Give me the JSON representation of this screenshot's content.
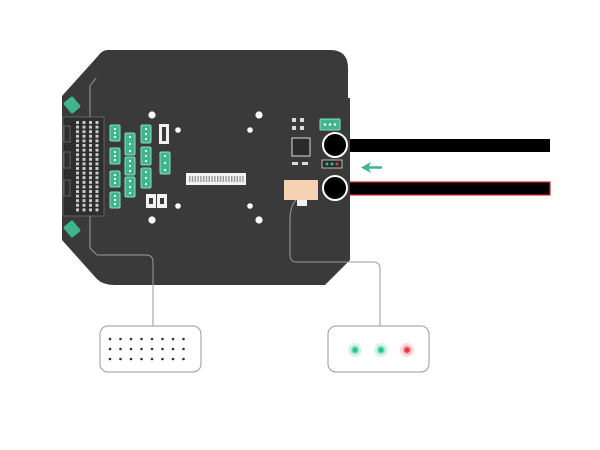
{
  "board": {
    "color": "#3a3a3a",
    "connector_color": "#3fb58d",
    "connector_stroke": "#88e0c2"
  },
  "cables": [
    {
      "name": "black-power-wire",
      "color": "#000000",
      "stripe": "#000000"
    },
    {
      "name": "red-power-wire",
      "color": "#000000",
      "stripe": "#d62c2c"
    }
  ],
  "arrow": {
    "color": "#3fb58d",
    "direction": "left"
  },
  "callouts": {
    "pin_header": {
      "rows": 3,
      "cols": 8,
      "dot_color": "#333333"
    },
    "status_leds": [
      {
        "name": "led-green-1",
        "color": "#25c48c"
      },
      {
        "name": "led-green-2",
        "color": "#25c48c"
      },
      {
        "name": "led-red",
        "color": "#e83a3a"
      }
    ]
  },
  "icons": [
    "power-jack-icon",
    "arrow-left-icon",
    "pin-header-icon",
    "status-led-icon"
  ]
}
